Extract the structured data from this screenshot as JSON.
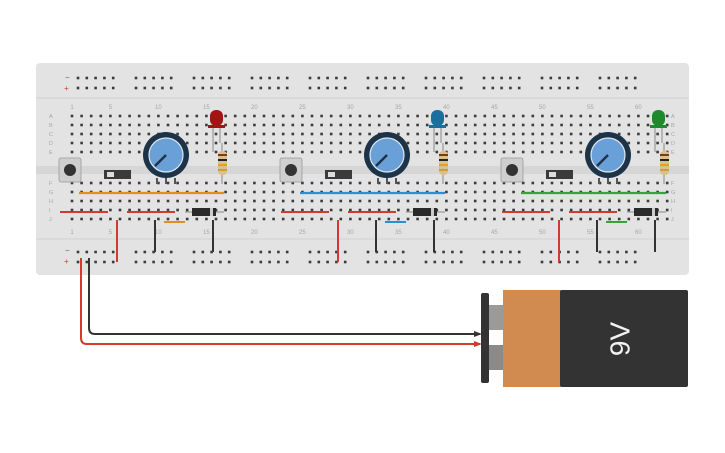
{
  "breadboard": {
    "column_numbers": [
      "1",
      "5",
      "10",
      "15",
      "20",
      "25",
      "30",
      "35",
      "40",
      "45",
      "50",
      "55",
      "60"
    ],
    "row_letters_top": [
      "A",
      "B",
      "C",
      "D",
      "E"
    ],
    "row_letters_bottom": [
      "F",
      "G",
      "H",
      "I",
      "J"
    ],
    "rail_minus": "−",
    "rail_plus": "+",
    "colors": {
      "board": "#e6e6e6",
      "hole": "#3b3b3b",
      "rail_red": "#d33",
      "rail_black": "#444"
    }
  },
  "circuit_blocks": [
    {
      "led_color": "#a31515",
      "stripe_color": "#e0901f",
      "diode": "diode"
    },
    {
      "led_color": "#1b6f9c",
      "stripe_color": "#2c8fd1",
      "diode": "diode"
    },
    {
      "led_color": "#1f8a2c",
      "stripe_color": "#35a53a",
      "diode": "diode"
    }
  ],
  "battery": {
    "label": "9V",
    "colors": {
      "body_copper": "#d18a4f",
      "body_dark": "#333333",
      "terminal": "#666666"
    }
  },
  "wires": {
    "red": "#d33a2c",
    "black": "#333333"
  }
}
